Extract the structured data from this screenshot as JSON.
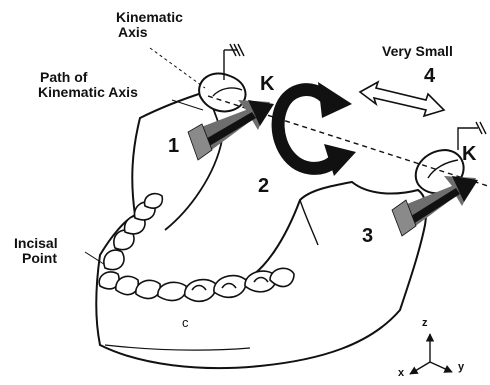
{
  "labels": {
    "kinematic_axis": [
      "Kinematic",
      "Axis"
    ],
    "path_of_kinematic_axis": [
      "Path of",
      "Kinematic Axis"
    ],
    "very_small": "Very Small",
    "incisal_point": [
      "Incisal",
      "Point"
    ],
    "k_left": "K",
    "k_right": "K",
    "num_1": "1",
    "num_2": "2",
    "num_3": "3",
    "num_4": "4",
    "c_mark": "c"
  },
  "axes_triad": {
    "z": "z",
    "x": "x",
    "y": "y"
  },
  "colors": {
    "ink": "#111111",
    "paper": "#ffffff",
    "gray_arrow": "#6e6e6e"
  }
}
